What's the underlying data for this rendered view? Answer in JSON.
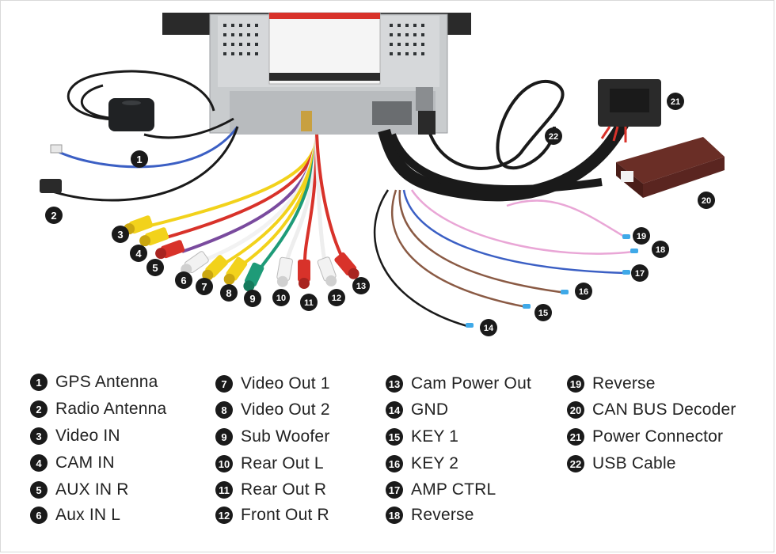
{
  "colors": {
    "badge": "#1a1a1a",
    "rca_yellow": "#f2d21b",
    "rca_red": "#d8322a",
    "rca_white": "#f2f2f2",
    "rca_green": "#1e9b78",
    "wire_blue": "#3b5fc4",
    "wire_brown": "#8a5a44",
    "wire_pink": "#e9a6d6",
    "wire_black": "#1a1a1a"
  },
  "diagram": {
    "icons": [
      "head-unit",
      "gps-antenna-icon",
      "radio-antenna-plug-icon",
      "rca-connector-icon",
      "usb-cable-icon",
      "power-connector-icon",
      "canbus-decoder-icon"
    ],
    "callouts": [
      "1",
      "2",
      "3",
      "4",
      "5",
      "6",
      "7",
      "8",
      "9",
      "10",
      "11",
      "12",
      "13",
      "14",
      "15",
      "16",
      "17",
      "18",
      "19",
      "20",
      "21",
      "22"
    ]
  },
  "legend": {
    "columns": [
      [
        {
          "num": "1",
          "label": "GPS Antenna"
        },
        {
          "num": "2",
          "label": "Radio Antenna"
        },
        {
          "num": "3",
          "label": "Video IN"
        },
        {
          "num": "4",
          "label": "CAM IN"
        },
        {
          "num": "5",
          "label": "AUX IN R"
        },
        {
          "num": "6",
          "label": "Aux IN L"
        }
      ],
      [
        {
          "num": "7",
          "label": "Video Out 1"
        },
        {
          "num": "8",
          "label": "Video Out 2"
        },
        {
          "num": "9",
          "label": "Sub Woofer"
        },
        {
          "num": "10",
          "label": "Rear Out L"
        },
        {
          "num": "11",
          "label": "Rear Out R"
        },
        {
          "num": "12",
          "label": "Front Out R"
        }
      ],
      [
        {
          "num": "13",
          "label": "Cam Power Out"
        },
        {
          "num": "14",
          "label": "GND"
        },
        {
          "num": "15",
          "label": "KEY 1"
        },
        {
          "num": "16",
          "label": "KEY 2"
        },
        {
          "num": "17",
          "label": "AMP CTRL"
        },
        {
          "num": "18",
          "label": "Reverse"
        }
      ],
      [
        {
          "num": "19",
          "label": "Reverse"
        },
        {
          "num": "20",
          "label": "CAN BUS Decoder"
        },
        {
          "num": "21",
          "label": "Power Connector"
        },
        {
          "num": "22",
          "label": "USB Cable"
        }
      ]
    ]
  }
}
